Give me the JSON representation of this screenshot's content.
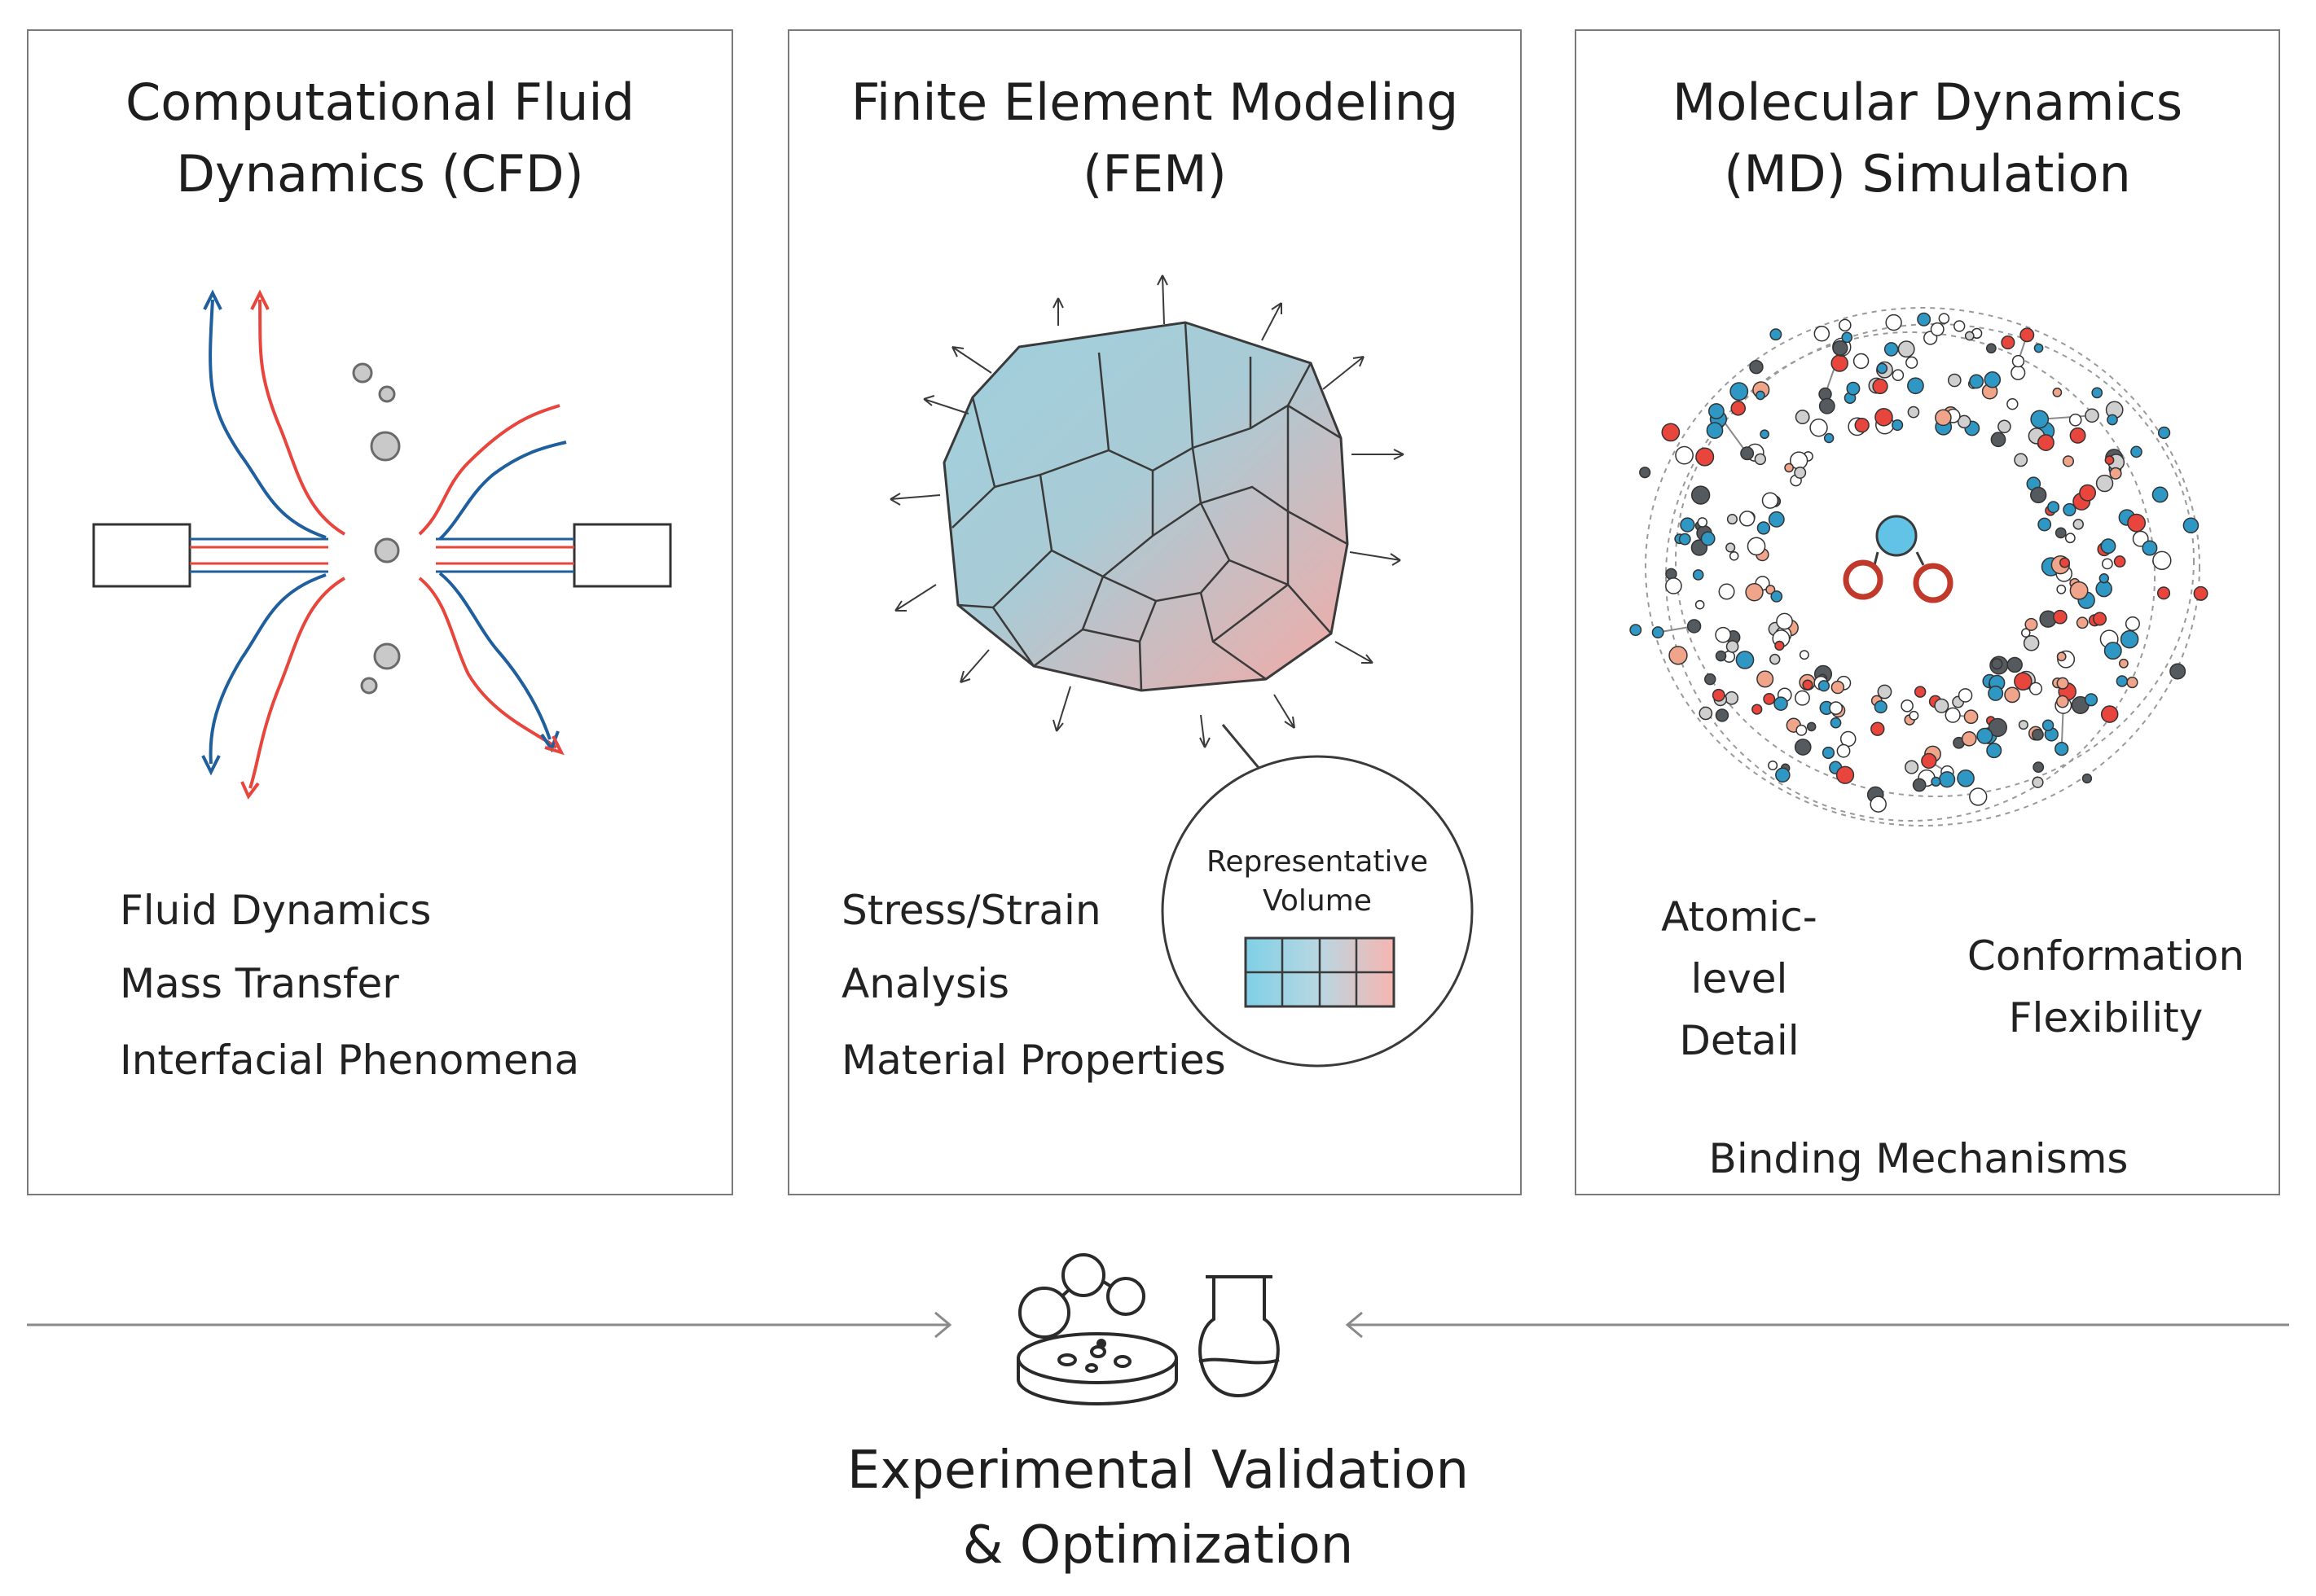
{
  "panels": {
    "cfd": {
      "title": "Computational Fluid\nDynamics (CFD)",
      "labels": [
        "Fluid Dynamics",
        "Mass Transfer",
        "Interfacial Phenomena"
      ]
    },
    "fem": {
      "title": "Finite Element Modeling\n(FEM)",
      "labels": [
        "Stress/Strain",
        "Analysis",
        "Material Properties"
      ],
      "callout": {
        "line1": "Representative",
        "line2": "Volume"
      }
    },
    "md": {
      "title": "Molecular Dynamics\n(MD) Simulation",
      "labels": {
        "atomic": "Atomic-level\nDetail",
        "conformation": "Conformation\nFlexibility",
        "binding": "Binding Mechanisms"
      }
    }
  },
  "bottom": {
    "title": "Experimental Validation\n& Optimization"
  },
  "colors": {
    "blue": "#1f5f9e",
    "red": "#e8453c",
    "cyan": "#2f97c4",
    "fem_blue": "#9fd0dd",
    "fem_red": "#f4aaa5",
    "border": "#7a7a7a"
  },
  "icons": [
    "molecule-icon",
    "petri-dish-icon",
    "flask-icon",
    "arrow-right-icon",
    "arrow-left-icon"
  ]
}
